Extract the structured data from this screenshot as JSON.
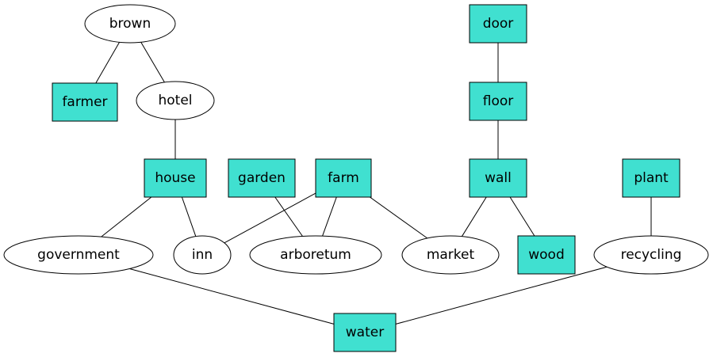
{
  "colors": {
    "box_fill": "#40e0d0",
    "ellipse_fill": "#ffffff",
    "stroke": "#000000"
  },
  "nodes": [
    {
      "id": "brown",
      "label": "brown",
      "shape": "ellipse"
    },
    {
      "id": "farmer",
      "label": "farmer",
      "shape": "box"
    },
    {
      "id": "hotel",
      "label": "hotel",
      "shape": "ellipse"
    },
    {
      "id": "house",
      "label": "house",
      "shape": "box"
    },
    {
      "id": "garden",
      "label": "garden",
      "shape": "box"
    },
    {
      "id": "farm",
      "label": "farm",
      "shape": "box"
    },
    {
      "id": "door",
      "label": "door",
      "shape": "box"
    },
    {
      "id": "floor",
      "label": "floor",
      "shape": "box"
    },
    {
      "id": "wall",
      "label": "wall",
      "shape": "box"
    },
    {
      "id": "plant",
      "label": "plant",
      "shape": "box"
    },
    {
      "id": "government",
      "label": "government",
      "shape": "ellipse"
    },
    {
      "id": "inn",
      "label": "inn",
      "shape": "ellipse"
    },
    {
      "id": "arboretum",
      "label": "arboretum",
      "shape": "ellipse"
    },
    {
      "id": "market",
      "label": "market",
      "shape": "ellipse"
    },
    {
      "id": "wood",
      "label": "wood",
      "shape": "box"
    },
    {
      "id": "recycling",
      "label": "recycling",
      "shape": "ellipse"
    },
    {
      "id": "water",
      "label": "water",
      "shape": "box"
    }
  ],
  "edges": [
    [
      "brown",
      "farmer"
    ],
    [
      "brown",
      "hotel"
    ],
    [
      "hotel",
      "house"
    ],
    [
      "house",
      "government"
    ],
    [
      "house",
      "inn"
    ],
    [
      "garden",
      "arboretum"
    ],
    [
      "farm",
      "inn"
    ],
    [
      "farm",
      "arboretum"
    ],
    [
      "farm",
      "market"
    ],
    [
      "door",
      "floor"
    ],
    [
      "floor",
      "wall"
    ],
    [
      "wall",
      "market"
    ],
    [
      "wall",
      "wood"
    ],
    [
      "plant",
      "recycling"
    ],
    [
      "government",
      "water"
    ],
    [
      "recycling",
      "water"
    ]
  ]
}
